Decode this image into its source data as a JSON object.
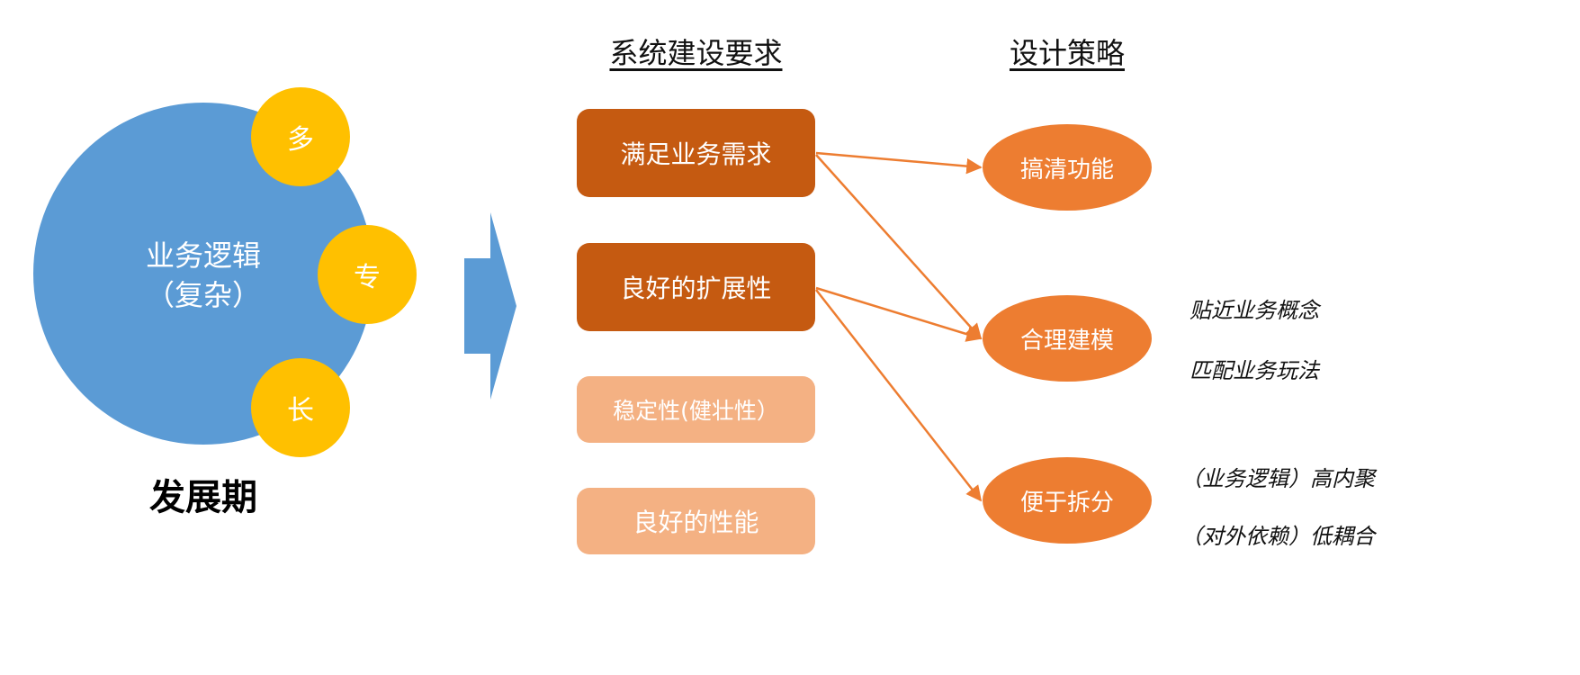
{
  "colors": {
    "blue": "#5B9BD5",
    "yellow": "#FFC000",
    "dark_orange": "#C55A11",
    "light_orange": "#F4B183",
    "orange": "#ED7D31"
  },
  "left": {
    "center_line1": "业务逻辑",
    "center_line2": "（复杂）",
    "badges": [
      "多",
      "专",
      "长"
    ],
    "phase": "发展期"
  },
  "headings": {
    "requirements": "系统建设要求",
    "strategies": "设计策略"
  },
  "requirements": [
    "满足业务需求",
    "良好的扩展性",
    "稳定性(健壮性）",
    "良好的性能"
  ],
  "strategies": [
    "搞清功能",
    "合理建模",
    "便于拆分"
  ],
  "notes": {
    "modeling": [
      "贴近业务概念",
      "匹配业务玩法"
    ],
    "splitting": [
      "（业务逻辑）高内聚",
      "（对外依赖）低耦合"
    ]
  },
  "connections": [
    {
      "from": "满足业务需求",
      "to": "搞清功能"
    },
    {
      "from": "满足业务需求",
      "to": "合理建模"
    },
    {
      "from": "良好的扩展性",
      "to": "合理建模"
    },
    {
      "from": "良好的扩展性",
      "to": "便于拆分"
    }
  ]
}
